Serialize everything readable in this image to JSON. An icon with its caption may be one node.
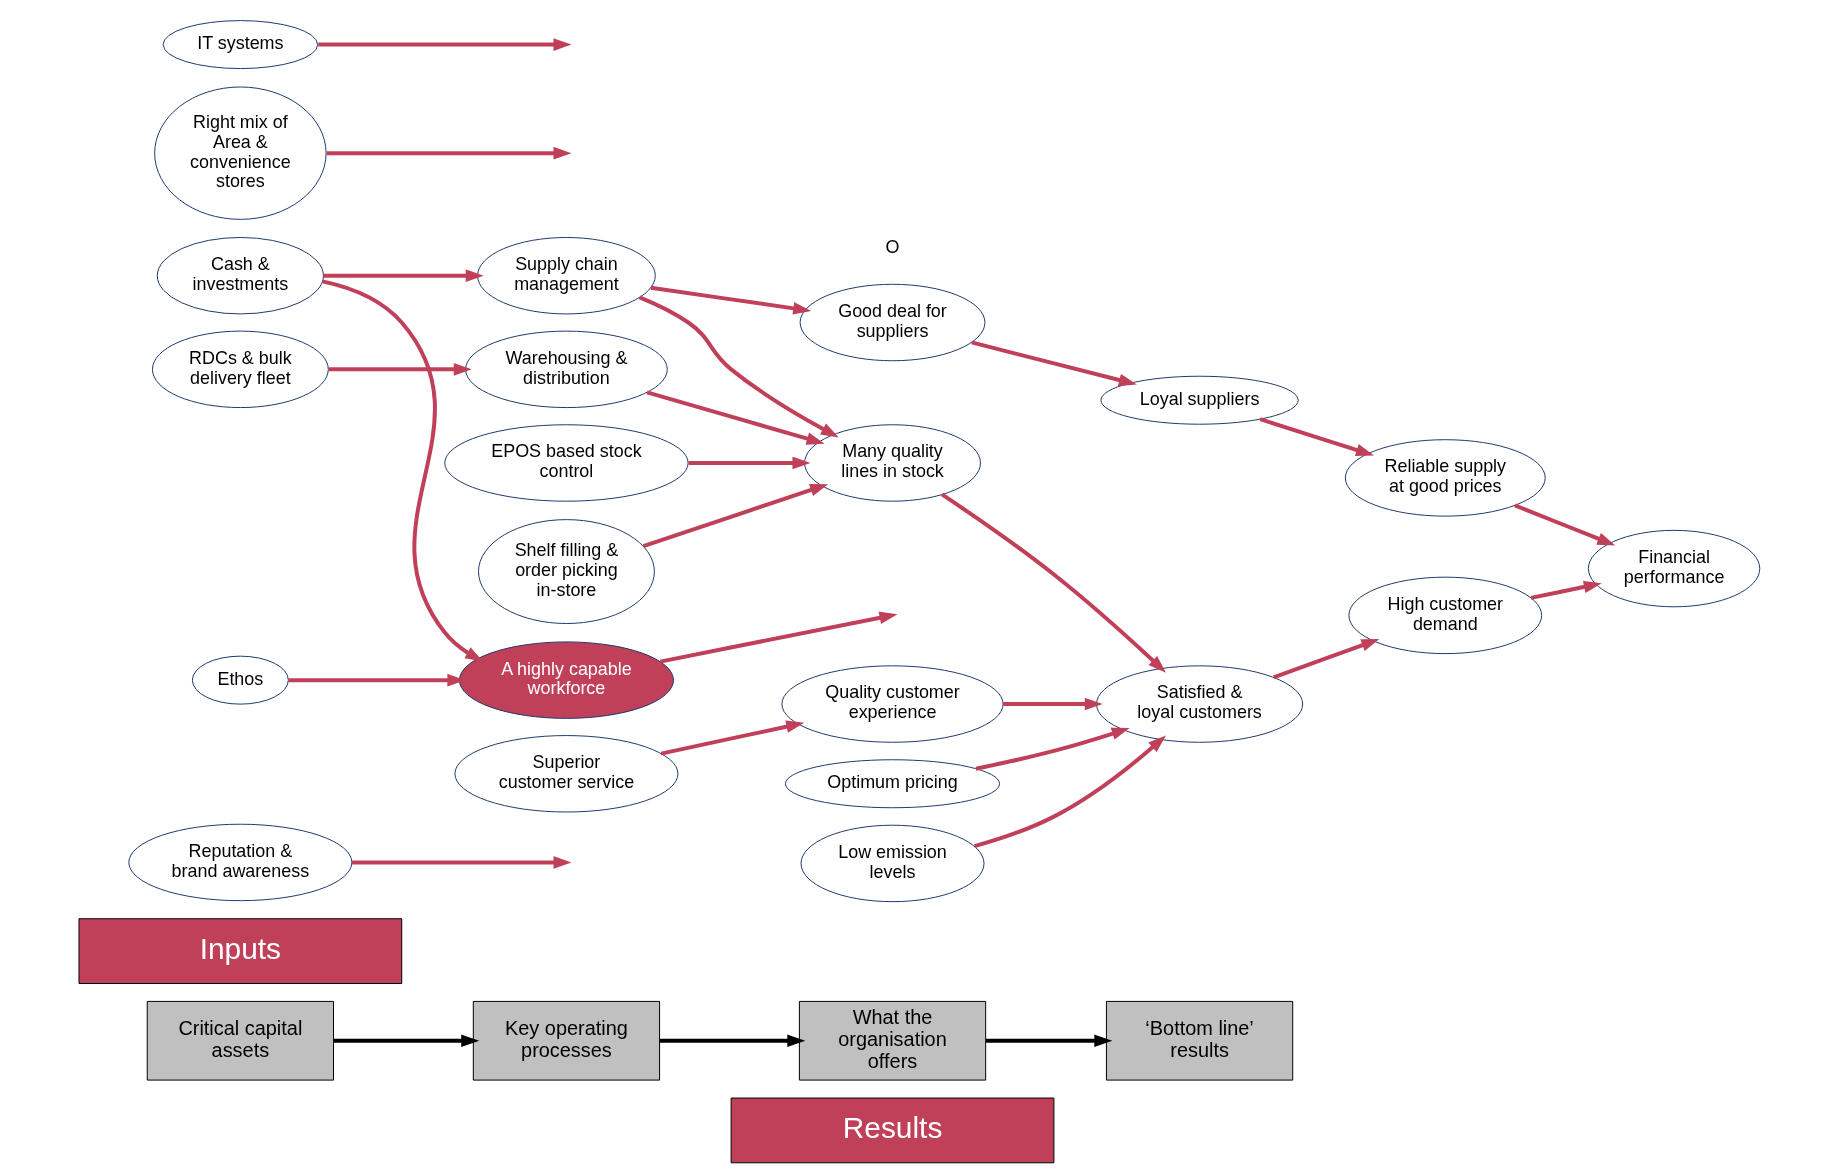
{
  "diagram": {
    "nodes": [
      {
        "text": [
          "Inputs"
        ]
      },
      {
        "text": [
          "Results"
        ]
      },
      {
        "text": [
          "Critical capital assets"
        ]
      },
      {
        "text": [
          "Key operating processes"
        ]
      },
      {
        "text": [
          "What the organisation offers"
        ]
      },
      {
        "text": [
          "‘Bottom line’ results"
        ]
      },
      {
        "text": [
          "Reputation & brand awareness"
        ]
      },
      {
        "text": [
          "Cash & investments"
        ]
      },
      {
        "text": [
          "Ethos"
        ]
      },
      {
        "text": [
          "A highly capable workforce"
        ]
      },
      {
        "text": [
          "RDCs & bulk delivery fleet"
        ]
      },
      {
        "text": [
          "Right mix of Area & convenience stores"
        ]
      },
      {
        "text": [
          "IT systems"
        ]
      },
      {
        "text": [
          "Supply chain management"
        ]
      },
      {
        "text": [
          "Shelf filling & order picking in-store"
        ]
      },
      {
        "text": [
          "Warehousing & distribution"
        ]
      },
      {
        "text": [
          "EPOS based stock control"
        ]
      },
      {
        "text": [
          "Superior customer service"
        ]
      },
      {
        "text": [
          "Good deal for suppliers"
        ]
      },
      {
        "text": [
          "Many quality lines in stock"
        ]
      },
      {
        "text": [
          "Optimum pricing"
        ]
      },
      {
        "text": [
          "Quality customer experience"
        ]
      },
      {
        "text": [
          "Low emission levels"
        ]
      },
      {
        "text": [
          "Loyal suppliers"
        ]
      },
      {
        "text": [
          "Reliable supply at good prices"
        ]
      },
      {
        "text": [
          "Satisfied & loyal customers"
        ]
      },
      {
        "text": [
          "Financial performance"
        ]
      },
      {
        "text": [
          "High customer demand"
        ]
      }
    ],
    "edges": [
      {
        "from": 2,
        "to": 3,
        "arrow": "to",
        "color": "#000000"
      },
      {
        "from": 3,
        "to": 4,
        "arrow": "to",
        "color": "#000000"
      },
      {
        "from": 4,
        "to": 5,
        "arrow": "to",
        "color": "#000000"
      },
      {
        "from": 6,
        "to": null,
        "arrow": "to"
      },
      {
        "from": 7,
        "to": 13,
        "arrow": "to"
      },
      {
        "from": 7,
        "to": 9,
        "arrow": "to"
      },
      {
        "from": 8,
        "to": 9,
        "arrow": "to"
      },
      {
        "from": 9,
        "to": null,
        "arrow": "to"
      },
      {
        "from": 10,
        "to": 15,
        "arrow": "to"
      },
      {
        "from": 11,
        "to": null,
        "arrow": "to"
      },
      {
        "from": 12,
        "to": null,
        "arrow": "to"
      },
      {
        "from": 13,
        "to": 18,
        "arrow": "to"
      },
      {
        "from": 13,
        "to": 19,
        "arrow": "to"
      },
      {
        "from": 14,
        "to": 19,
        "arrow": "to"
      },
      {
        "from": 15,
        "to": 19,
        "arrow": "to"
      },
      {
        "from": 16,
        "to": 19,
        "arrow": "to"
      },
      {
        "from": 17,
        "to": 21,
        "arrow": "to"
      },
      {
        "from": 18,
        "to": 23,
        "arrow": "to"
      },
      {
        "from": 23,
        "to": 24,
        "arrow": "to"
      },
      {
        "from": 19,
        "to": 25,
        "arrow": "to"
      },
      {
        "from": 20,
        "to": 25,
        "arrow": "to"
      },
      {
        "from": 21,
        "to": 25,
        "arrow": "to"
      },
      {
        "from": 22,
        "to": 25,
        "arrow": "to"
      },
      {
        "from": 24,
        "to": 26,
        "arrow": "to"
      },
      {
        "from": 25,
        "to": 27,
        "arrow": "to"
      },
      {
        "from": 27,
        "to": 26,
        "arrow": "to"
      }
    ],
    "labels": [
      "O"
    ]
  }
}
